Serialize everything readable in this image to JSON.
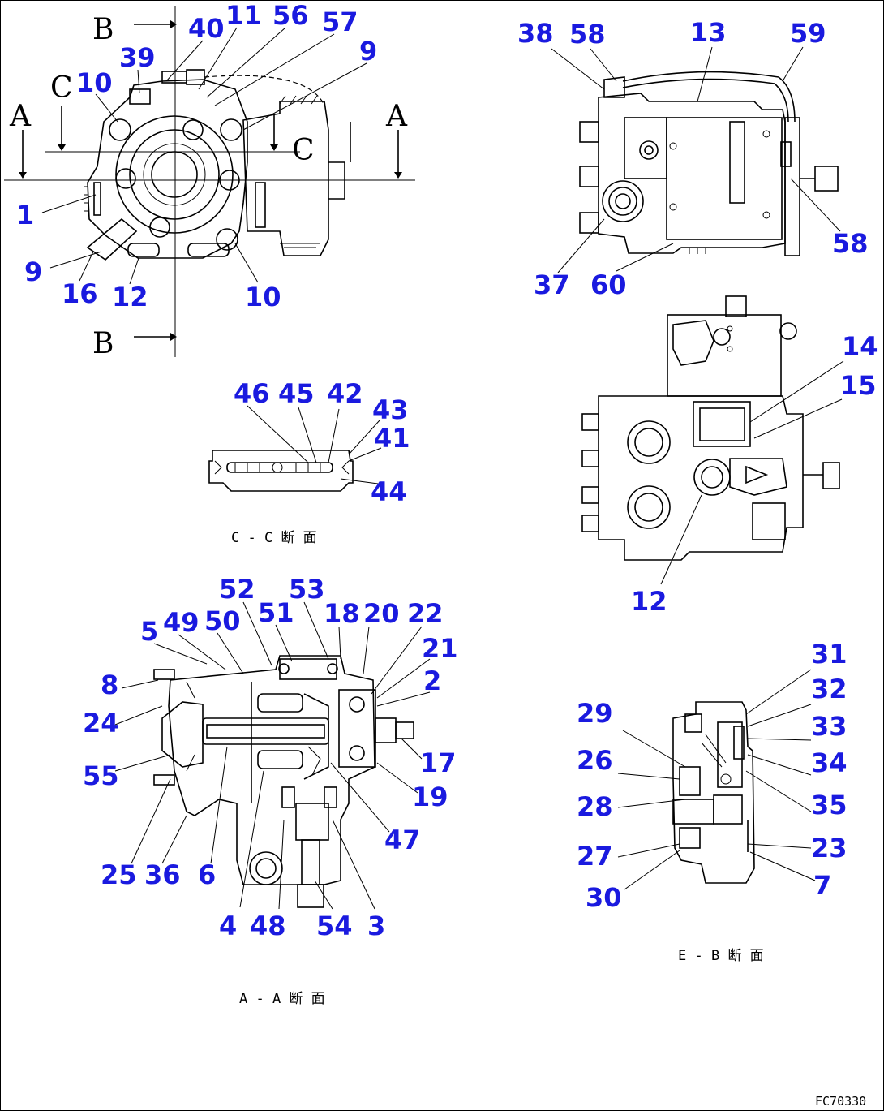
{
  "callouts": {
    "front_view": [
      "40",
      "11",
      "56",
      "57",
      "9",
      "39",
      "10",
      "1",
      "9",
      "16",
      "12",
      "10"
    ],
    "side_view": [
      "38",
      "58",
      "13",
      "59",
      "58",
      "37",
      "60"
    ],
    "rear_view": [
      "14",
      "15",
      "12"
    ],
    "section_cc": [
      "46",
      "45",
      "42",
      "43",
      "41",
      "44"
    ],
    "section_aa": [
      "52",
      "53",
      "51",
      "18",
      "20",
      "22",
      "5",
      "49",
      "50",
      "21",
      "8",
      "2",
      "24",
      "17",
      "55",
      "19",
      "47",
      "25",
      "36",
      "6",
      "4",
      "48",
      "54",
      "3"
    ],
    "section_eb": [
      "31",
      "32",
      "29",
      "33",
      "26",
      "34",
      "28",
      "35",
      "27",
      "23",
      "30",
      "7"
    ]
  },
  "section_markers": {
    "b_top": "B",
    "b_bottom": "B",
    "c_left": "C",
    "c_right": "C",
    "a_left": "A",
    "a_right": "A"
  },
  "captions": {
    "section_cc": "C - C  断 面",
    "section_aa": "A - A  断 面",
    "section_eb": "E - B  断 面"
  },
  "drawing_code": "FC70330",
  "colors": {
    "callout": "#1a1adf",
    "linework": "#000000",
    "background": "#ffffff"
  }
}
